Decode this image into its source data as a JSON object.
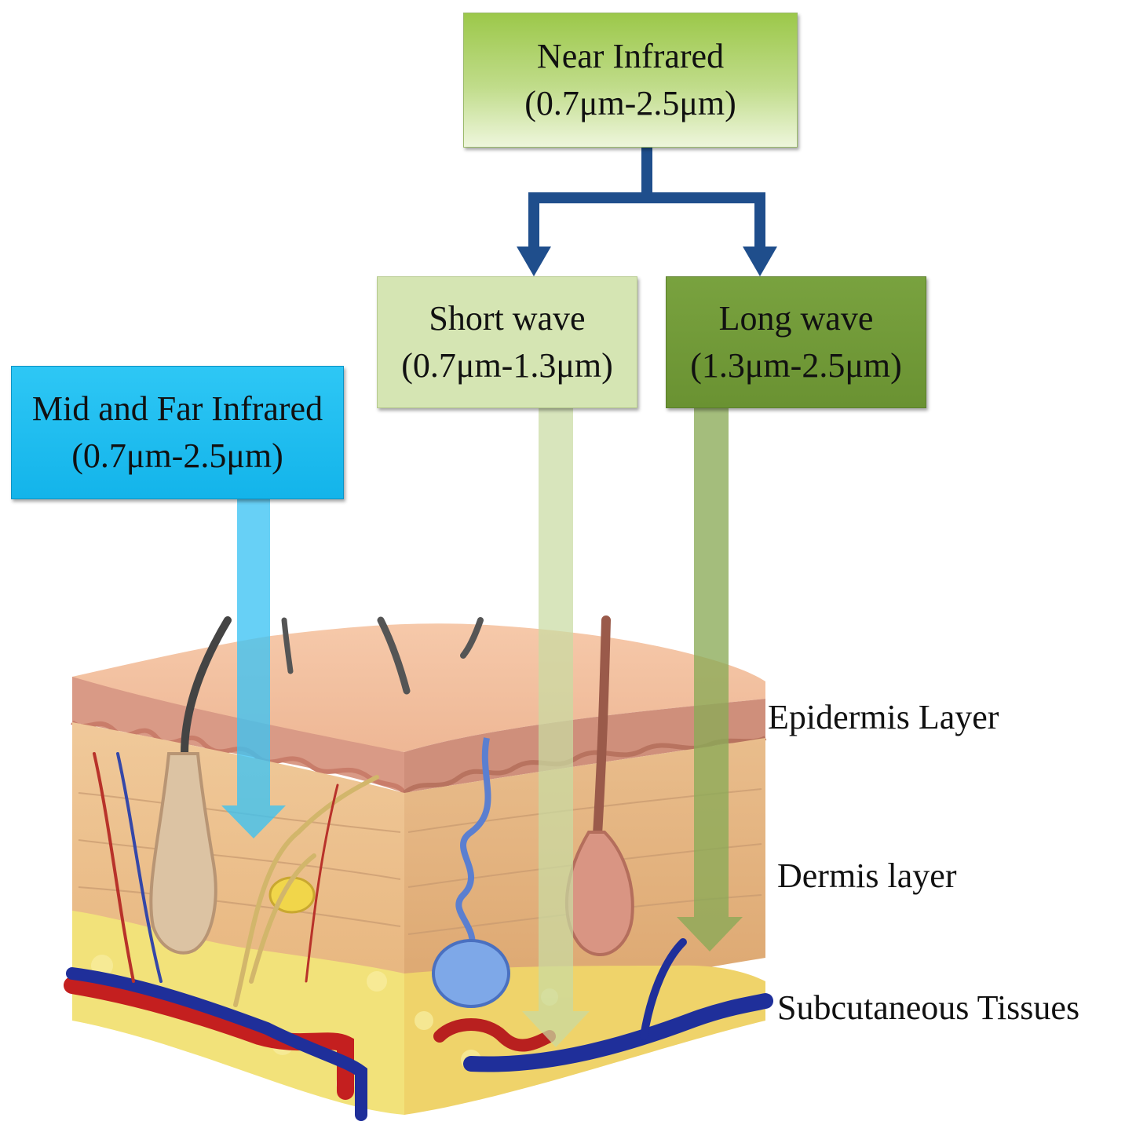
{
  "boxes": {
    "near_infrared": {
      "title": "Near Infrared",
      "range": "(0.7μm-2.5μm)"
    },
    "short_wave": {
      "title": "Short wave",
      "range": "(0.7μm-1.3μm)"
    },
    "long_wave": {
      "title": "Long wave",
      "range": "(1.3μm-2.5μm)"
    },
    "mid_far_infrared": {
      "title": "Mid and Far Infrared",
      "range": "(0.7μm-2.5μm)"
    }
  },
  "layers": {
    "epidermis": "Epidermis Layer",
    "dermis": "Dermis layer",
    "subcutaneous": "Subcutaneous Tissues"
  },
  "colors": {
    "connector": "#1f4e8c",
    "near_infrared": "#9cc84a",
    "short_wave": "#d5e5b3",
    "long_wave": "#6a9232",
    "mid_far_infrared": "#13b4ea"
  }
}
